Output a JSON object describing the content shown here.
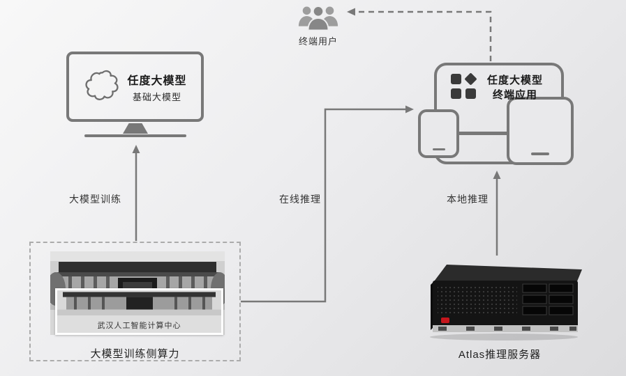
{
  "end_users": {
    "label": "终端用户",
    "icon": "users-icon"
  },
  "base_model": {
    "title": "任度大模型",
    "subtitle": "基础大模型",
    "icon": "rendu-logo-icon"
  },
  "terminal_app": {
    "line1": "任度大模型",
    "line2": "终端应用",
    "icon": "app-grid-icon"
  },
  "flows": {
    "training": {
      "label": "大模型训练"
    },
    "online_inference": {
      "label": "在线推理"
    },
    "local_inference": {
      "label": "本地推理"
    }
  },
  "training_compute": {
    "photo_caption": "武汉人工智能计算中心",
    "caption": "大模型训练侧算力",
    "image": "building-photo"
  },
  "inference_server": {
    "caption": "Atlas推理服务器",
    "image": "atlas-server-photo",
    "logo": "huawei-logo-icon"
  },
  "colors": {
    "line_gray": "#787878",
    "text_dark": "#222222",
    "huawei_red": "#c5161d",
    "bg_from": "#f8f8f8",
    "bg_to": "#dcdcde"
  }
}
